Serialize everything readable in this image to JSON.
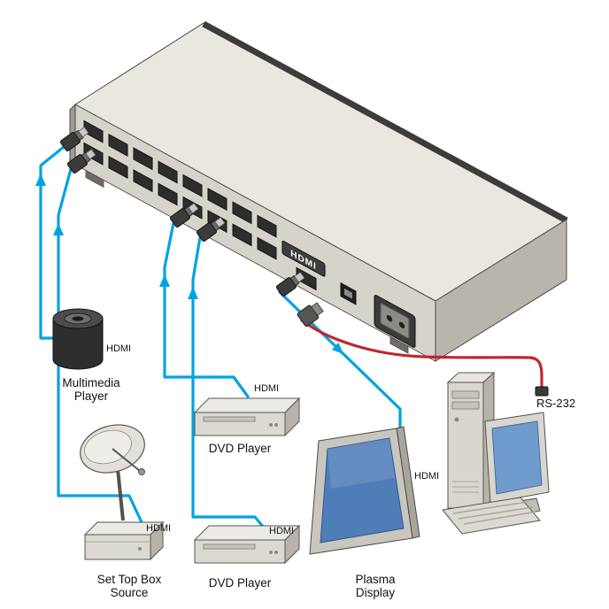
{
  "colors": {
    "hdmi_cable": "#00A3E0",
    "rs232_cable": "#C1272D",
    "chassis_top": "#EAE7E1",
    "chassis_front": "#D6D3CB",
    "chassis_side": "#B9B5AD",
    "plasma_screen": "#4F7DB8",
    "monitor_screen": "#6F9BCD"
  },
  "switcher": {
    "hdmi_logo_label": "HDMI"
  },
  "port_labels": {
    "multimedia_player": "HDMI",
    "set_top_box": "HDMI",
    "dvd_player_top": "HDMI",
    "dvd_player_bottom": "HDMI",
    "plasma_display": "HDMI"
  },
  "device_labels": {
    "multimedia_player_line1": "Multimedia",
    "multimedia_player_line2": "Player",
    "dvd_player_top": "DVD Player",
    "dvd_player_bottom": "DVD Player",
    "set_top_box_line1": "Set Top Box",
    "set_top_box_line2": "Source",
    "plasma_line1": "Plasma",
    "plasma_line2": "Display",
    "rs232": "RS-232"
  }
}
